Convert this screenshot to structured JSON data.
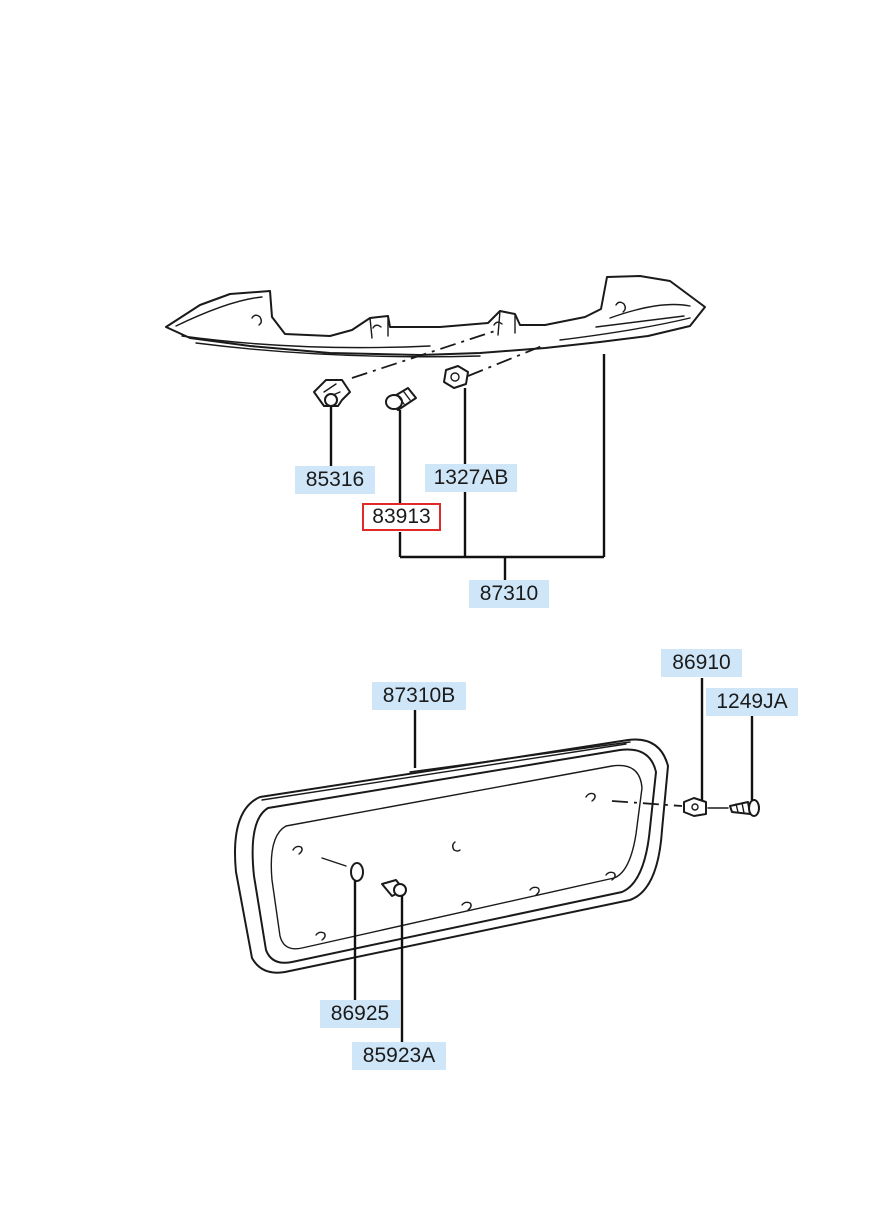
{
  "diagram": {
    "upper_assembly": {
      "labels": [
        {
          "id": "85316",
          "text": "85316",
          "selected": false
        },
        {
          "id": "1327AB",
          "text": "1327AB",
          "selected": false
        },
        {
          "id": "83913",
          "text": "83913",
          "selected": true
        },
        {
          "id": "87310",
          "text": "87310",
          "selected": false
        }
      ]
    },
    "lower_assembly": {
      "labels": [
        {
          "id": "86910",
          "text": "86910",
          "selected": false
        },
        {
          "id": "87310B",
          "text": "87310B",
          "selected": false
        },
        {
          "id": "1249JA",
          "text": "1249JA",
          "selected": false
        },
        {
          "id": "86925",
          "text": "86925",
          "selected": false
        },
        {
          "id": "85923A",
          "text": "85923A",
          "selected": false
        }
      ]
    },
    "colors": {
      "label_background": "#cfe6f8",
      "selected_border": "#e02a2a",
      "line": "#1a1a1a"
    }
  }
}
